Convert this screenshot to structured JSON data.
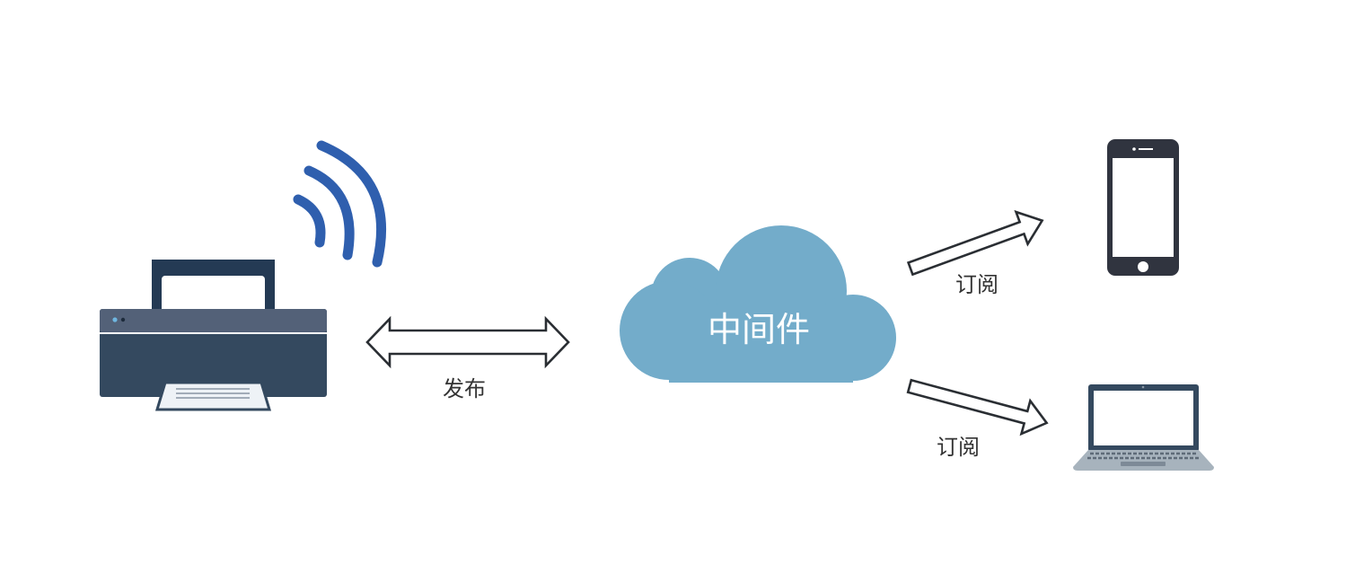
{
  "diagram": {
    "nodes": {
      "publisher": {
        "icon": "printer-icon",
        "signal_icon": "wifi-signal-icon"
      },
      "middleware": {
        "label": "中间件",
        "icon": "cloud-icon"
      },
      "subscriber_phone": {
        "icon": "smartphone-icon"
      },
      "subscriber_laptop": {
        "icon": "laptop-icon"
      }
    },
    "edges": {
      "publish": {
        "label": "发布",
        "direction": "bidirectional"
      },
      "subscribe_phone": {
        "label": "订阅",
        "direction": "to-phone"
      },
      "subscribe_laptop": {
        "label": "订阅",
        "direction": "to-laptop"
      }
    },
    "colors": {
      "signal": "#2f5fae",
      "printer_dark": "#243a54",
      "printer_body": "#34495f",
      "printer_top": "#536178",
      "cloud": "#73acca",
      "device_dark": "#30343f",
      "laptop_base": "#a7b3bd",
      "arrow_stroke": "#2a2e33"
    }
  }
}
